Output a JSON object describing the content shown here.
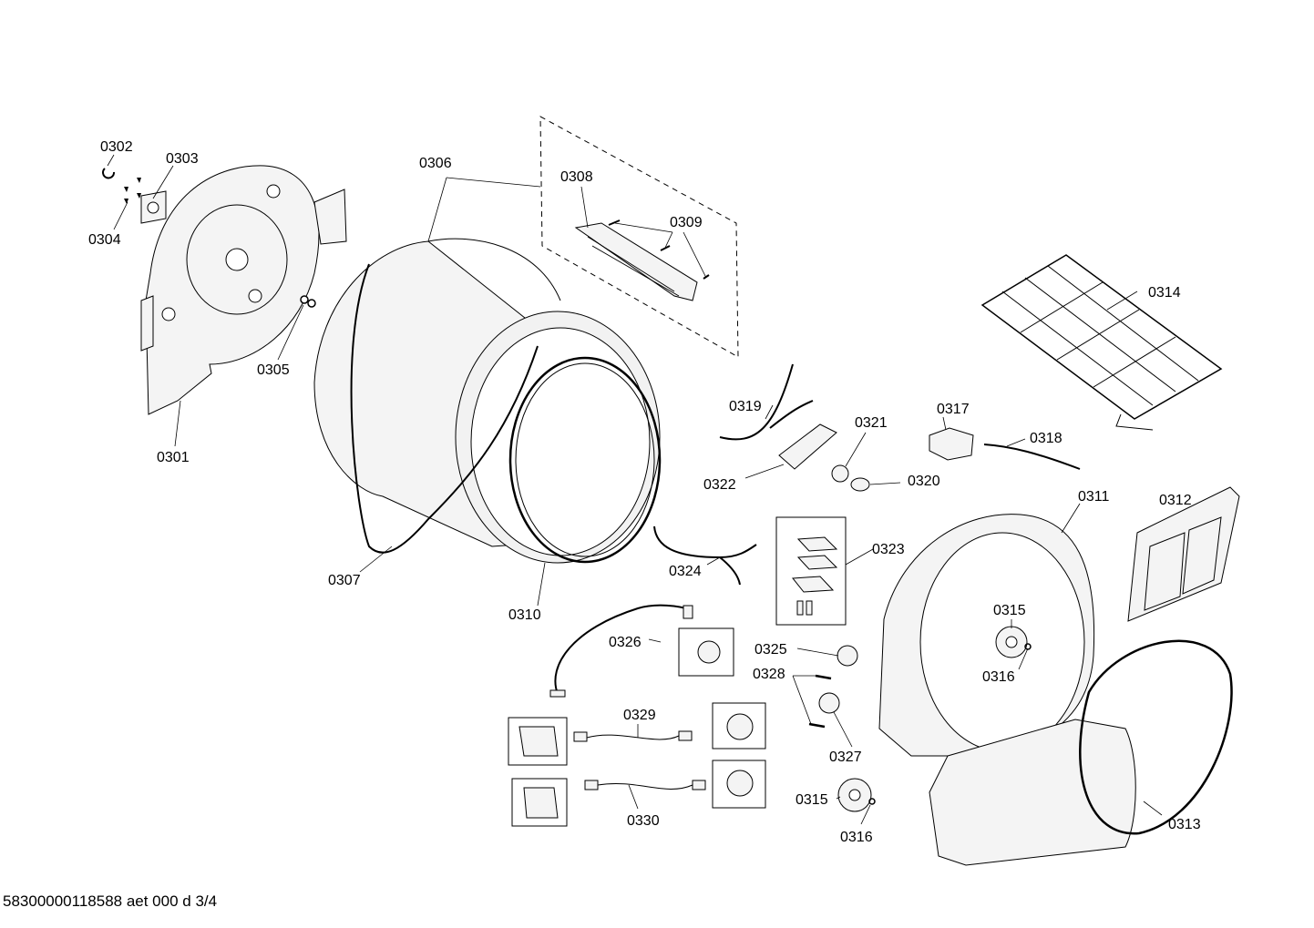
{
  "labels": {
    "p0301": "0301",
    "p0302": "0302",
    "p0303": "0303",
    "p0304": "0304",
    "p0305": "0305",
    "p0306": "0306",
    "p0307": "0307",
    "p0308": "0308",
    "p0309": "0309",
    "p0310": "0310",
    "p0311": "0311",
    "p0312": "0312",
    "p0313": "0313",
    "p0314": "0314",
    "p0315a": "0315",
    "p0315b": "0315",
    "p0316a": "0316",
    "p0316b": "0316",
    "p0317": "0317",
    "p0318": "0318",
    "p0319": "0319",
    "p0320": "0320",
    "p0321": "0321",
    "p0322": "0322",
    "p0323": "0323",
    "p0324": "0324",
    "p0325": "0325",
    "p0326": "0326",
    "p0327": "0327",
    "p0328": "0328",
    "p0329": "0329",
    "p0330": "0330"
  },
  "footer": "58300000118588 aet 000 d 3/4"
}
